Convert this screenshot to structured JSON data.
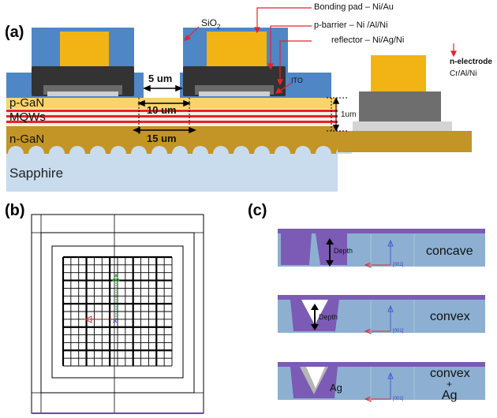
{
  "panel_a": {
    "letter": "(a)",
    "layers": {
      "p_gan": "p-GaN",
      "mqws": "MQWs",
      "n_gan": "n-GaN",
      "sapphire": "Sapphire"
    },
    "callouts": {
      "sio2_base": "SiO",
      "sio2_sub": "2",
      "bonding_pad": "Bonding pad – Ni/Au",
      "p_barrier": "p-barrier – Ni /Al/Ni",
      "reflector": "reflector – Ni/Ag/Ni",
      "ito": "ITO",
      "n_electrode_title": "n-electrode",
      "n_electrode_material": "Cr/Al/Ni"
    },
    "dimensions": {
      "gap_5": "5 um",
      "gap_10": "10 um",
      "gap_15": "15 um",
      "height_1": "1um"
    },
    "colors": {
      "sio2": "#4f86c6",
      "pad": "#f2b414",
      "barrier": "#3a3a3a",
      "p_gan": "#f7d56a",
      "mqw_red": "#e8222d",
      "n_gan": "#c39426",
      "sapphire": "#c8dcee"
    }
  },
  "panel_b": {
    "letter": "(b)"
  },
  "panel_c": {
    "letter": "(c)",
    "rows": [
      {
        "label": "concave",
        "depth_label": "Depth"
      },
      {
        "label": "convex",
        "depth_label": "Depth"
      },
      {
        "label_line1": "convex",
        "label_plus": "+",
        "label_line2": "Ag",
        "ag_label": "Ag"
      }
    ],
    "axis_label": "[001]",
    "colors": {
      "slab": "#8db0d2",
      "fill": "#7b5bb5"
    }
  }
}
